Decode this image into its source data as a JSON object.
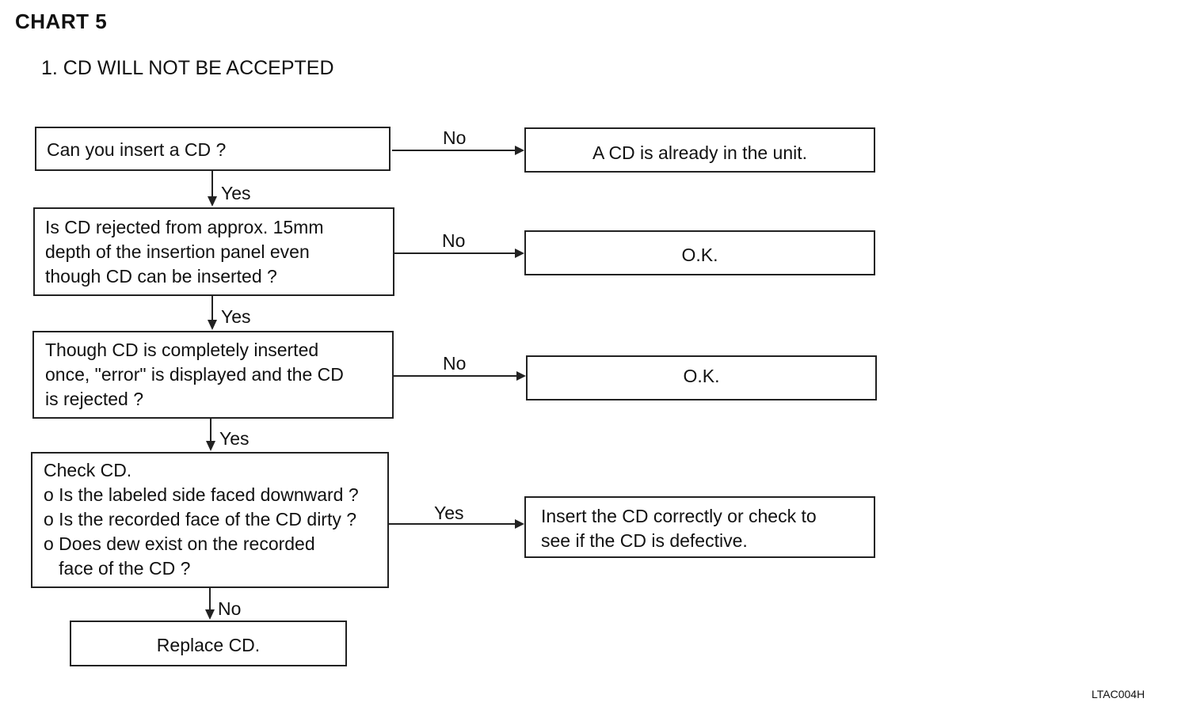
{
  "chart_heading": "CHART  5",
  "section_title": "1.  CD WILL NOT BE ACCEPTED",
  "questions": [
    {
      "text": "Can you insert a CD ?"
    },
    {
      "text": "Is CD rejected from approx. 15mm\ndepth of the insertion panel even\nthough CD can be inserted ?"
    },
    {
      "text": "Though CD is completely inserted\nonce, \"error\" is displayed and the CD\nis rejected ?"
    },
    {
      "text": "Check CD.\no Is the labeled side faced downward ?\no Is the recorded face of the CD dirty ?\no Does dew exist on the recorded\n   face of the CD ?"
    }
  ],
  "results": [
    {
      "text": "A CD is already in the unit."
    },
    {
      "text": "O.K."
    },
    {
      "text": "O.K."
    },
    {
      "text": "Insert the CD correctly or check to\nsee if the CD is defective."
    }
  ],
  "final_action": "Replace CD.",
  "branch_labels": {
    "q1_side": "No",
    "q2_side": "No",
    "q3_side": "No",
    "q4_side": "Yes",
    "q1_down": "Yes",
    "q2_down": "Yes",
    "q3_down": "Yes",
    "q4_down": "No"
  },
  "figure_code": "LTAC004H"
}
